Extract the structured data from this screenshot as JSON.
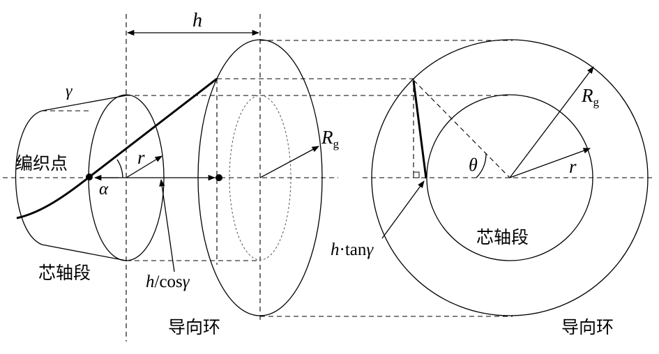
{
  "labels": {
    "h_top": "h",
    "gamma": "γ",
    "braiding_point": "编织点",
    "r_left": "r",
    "alpha": "α",
    "Rg_mid": "R",
    "Rg_mid_sub": "g",
    "mandrel_left": "芯轴段",
    "h_over_cos": "h",
    "h_over_cos_rest": "/cos",
    "h_over_cos_gamma": "γ",
    "guide_ring_left": "导向环",
    "h_tan": "h",
    "h_tan_rest": "·tan",
    "h_tan_gamma": "γ",
    "theta": "θ",
    "Rg_right": "R",
    "Rg_right_sub": "g",
    "r_right": "r",
    "mandrel_right": "芯轴段",
    "guide_ring_right": "导向环"
  },
  "colors": {
    "stroke": "#000000",
    "background": "#ffffff"
  }
}
